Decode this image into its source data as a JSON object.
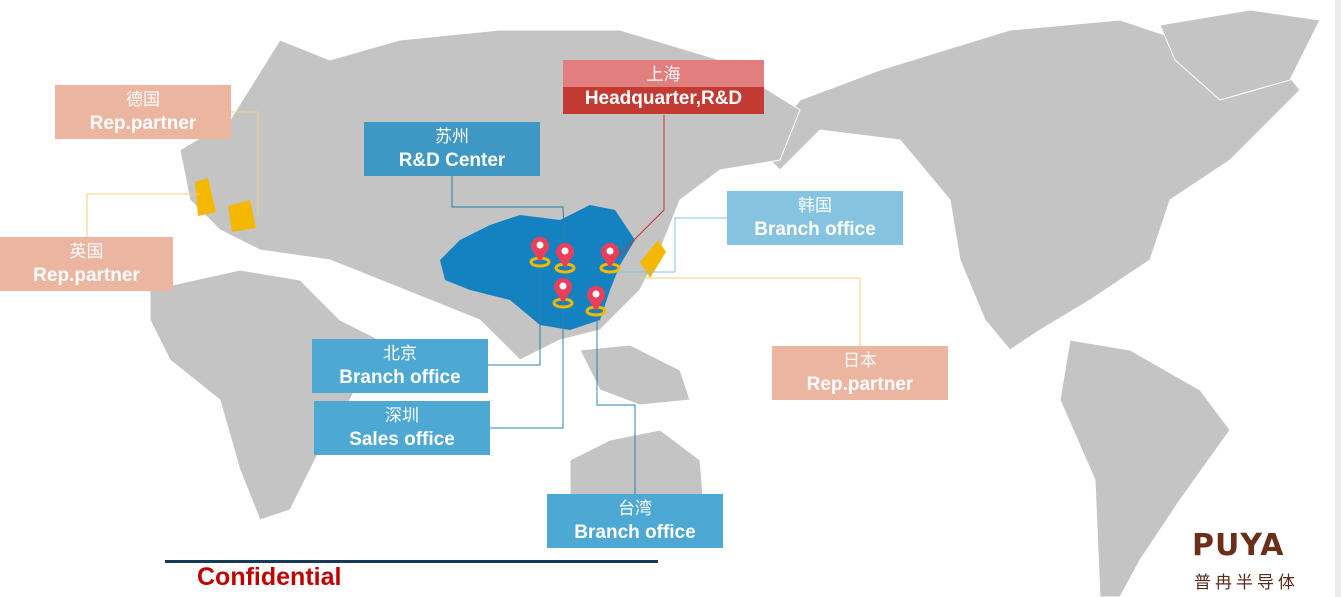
{
  "offices": {
    "germany": {
      "cn": "德国",
      "en": "Rep.partner"
    },
    "uk": {
      "cn": "英国",
      "en": "Rep.partner"
    },
    "suzhou": {
      "cn": "苏州",
      "en": "R&D Center"
    },
    "shanghai": {
      "cn": "上海",
      "en": "Headquarter,R&D"
    },
    "korea": {
      "cn": "韩国",
      "en": "Branch office"
    },
    "japan": {
      "cn": "日本",
      "en": "Rep.partner"
    },
    "beijing": {
      "cn": "北京",
      "en": "Branch office"
    },
    "shenzhen": {
      "cn": "深圳",
      "en": "Sales office"
    },
    "taiwan": {
      "cn": "台湾",
      "en": "Branch office"
    }
  },
  "footer": {
    "confidential": "Confidential"
  },
  "logo": {
    "brand": "PUYA",
    "cn": "普冉半导体"
  },
  "colors": {
    "land": "#c4c4c4",
    "china": "#1482c0",
    "highlight": "#f5b800",
    "pin": "#e8405a",
    "conf": "#c00000"
  }
}
